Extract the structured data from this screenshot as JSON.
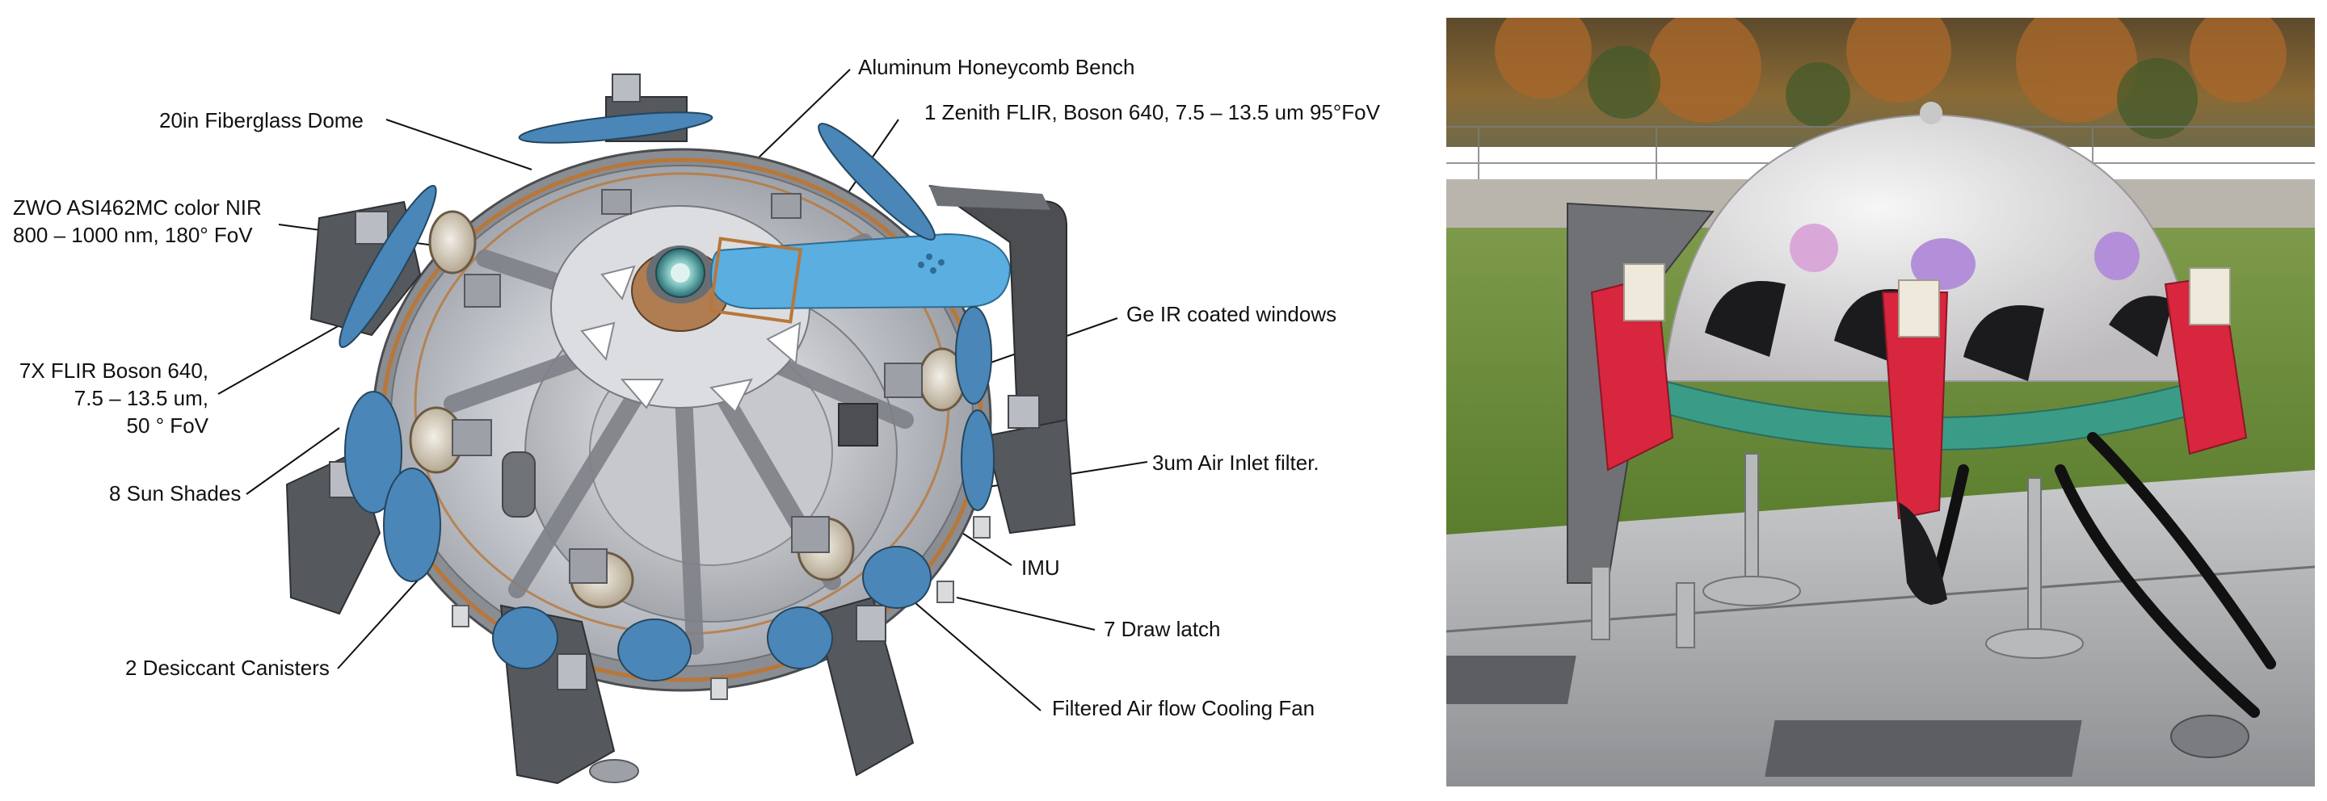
{
  "diagram": {
    "labels": {
      "dome": "20in Fiberglass Dome",
      "nir_line1": "ZWO ASI462MC color NIR",
      "nir_line2": "800 – 1000 nm, 180° FoV",
      "flir7_line1": "7X FLIR Boson 640,",
      "flir7_line2": "7.5 – 13.5 um,",
      "flir7_line3": "50 ° FoV",
      "sunshades": "8 Sun Shades",
      "desiccant": "2 Desiccant Canisters",
      "bench": "Aluminum Honeycomb Bench",
      "zenith": "1 Zenith FLIR,  Boson 640, 7.5 – 13.5 um 95°FoV",
      "ge_windows": "Ge IR coated windows",
      "filter": "3um Air Inlet filter.",
      "imu": "IMU",
      "latch": "7 Draw latch",
      "fan": "Filtered Air flow Cooling Fan"
    },
    "colors": {
      "shade_blue": "#4a86b8",
      "zenith_blue": "#5aaee0",
      "housing_gray": "#5a5c60",
      "dome_gray": "#b8bcc2",
      "photo_shell": "#e6e4e6",
      "photo_red": "#d7263d",
      "photo_teal": "#3a9c86"
    }
  }
}
